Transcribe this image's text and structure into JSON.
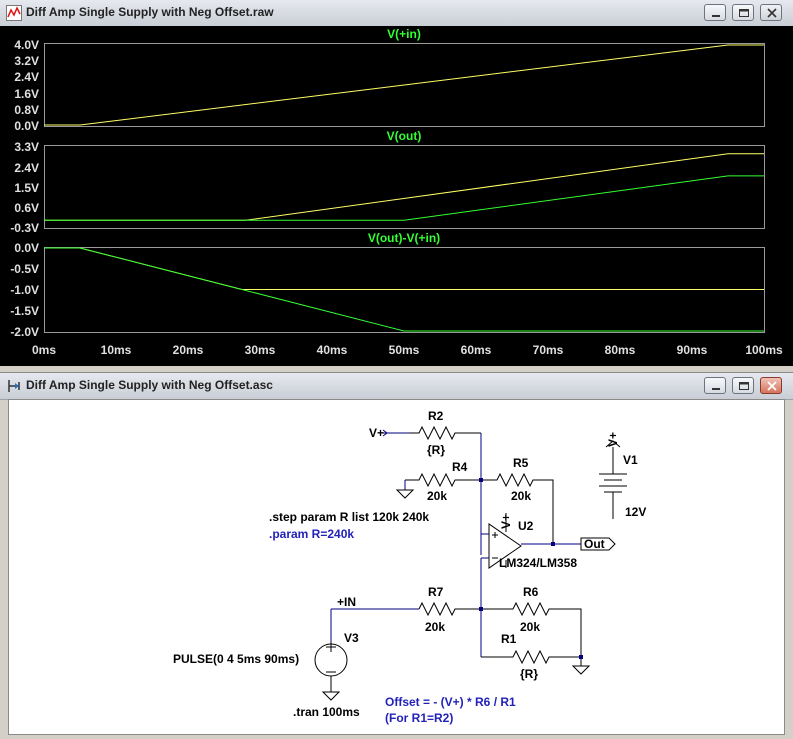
{
  "plot_window": {
    "title": "Diff Amp Single Supply with Neg Offset.raw",
    "panes": [
      {
        "title": "V(+in)",
        "ticks": [
          "4.0V",
          "3.2V",
          "2.4V",
          "1.6V",
          "0.8V",
          "0.0V"
        ]
      },
      {
        "title": "V(out)",
        "ticks": [
          "3.3V",
          "2.4V",
          "1.5V",
          "0.6V",
          "-0.3V"
        ]
      },
      {
        "title": "V(out)-V(+in)",
        "ticks": [
          "0.0V",
          "-0.5V",
          "-1.0V",
          "-1.5V",
          "-2.0V"
        ]
      }
    ],
    "x_ticks": [
      "0ms",
      "10ms",
      "20ms",
      "30ms",
      "40ms",
      "50ms",
      "60ms",
      "70ms",
      "80ms",
      "90ms",
      "100ms"
    ]
  },
  "schematic_window": {
    "title": "Diff Amp Single Supply with Neg Offset.asc",
    "labels": {
      "vplus": "V+",
      "r2": "R2",
      "r2_val": "{R}",
      "r4": "R4",
      "r4_val": "20k",
      "r5": "R5",
      "r5_val": "20k",
      "v1": "V1",
      "v1_val": "12V",
      "v1_node": "V+",
      "u2": "U2",
      "u2_model": "LM324/LM358",
      "u2_node": "V+",
      "out": "Out",
      "step": ".step param R list 120k 240k",
      "param": ".param R=240k",
      "in": "+IN",
      "r7": "R7",
      "r7_val": "20k",
      "r6": "R6",
      "r6_val": "20k",
      "r1": "R1",
      "r1_val": "{R}",
      "v3": "V3",
      "pulse": "PULSE(0 4 5ms 90ms)",
      "tran": ".tran 100ms",
      "offset1": "Offset = - (V+) * R6 / R1",
      "offset2": "(For R1=R2)"
    }
  },
  "chart_data": [
    {
      "type": "line",
      "title": "V(+in)",
      "x_unit": "ms",
      "xlim": [
        0,
        100
      ],
      "ylim": [
        0,
        4
      ],
      "series": [
        {
          "color": "#ffff66",
          "x": [
            0,
            5,
            95,
            100
          ],
          "y": [
            0,
            0,
            4,
            4
          ]
        }
      ]
    },
    {
      "type": "line",
      "title": "V(out)",
      "x_unit": "ms",
      "xlim": [
        0,
        100
      ],
      "ylim": [
        -0.3,
        3.3
      ],
      "series": [
        {
          "color": "#ffff66",
          "x": [
            0,
            28,
            95,
            100
          ],
          "y": [
            0,
            0,
            3,
            3
          ]
        },
        {
          "color": "#33ff33",
          "x": [
            0,
            50,
            95,
            100
          ],
          "y": [
            0,
            0,
            2,
            2
          ]
        }
      ]
    },
    {
      "type": "line",
      "title": "V(out)-V(+in)",
      "x_unit": "ms",
      "xlim": [
        0,
        100
      ],
      "ylim": [
        -2,
        0
      ],
      "series": [
        {
          "color": "#ffff66",
          "x": [
            0,
            5,
            27.5,
            100
          ],
          "y": [
            0,
            0,
            -1,
            -1
          ]
        },
        {
          "color": "#33ff33",
          "x": [
            0,
            5,
            50,
            100
          ],
          "y": [
            0,
            0,
            -2,
            -2
          ]
        }
      ]
    }
  ]
}
